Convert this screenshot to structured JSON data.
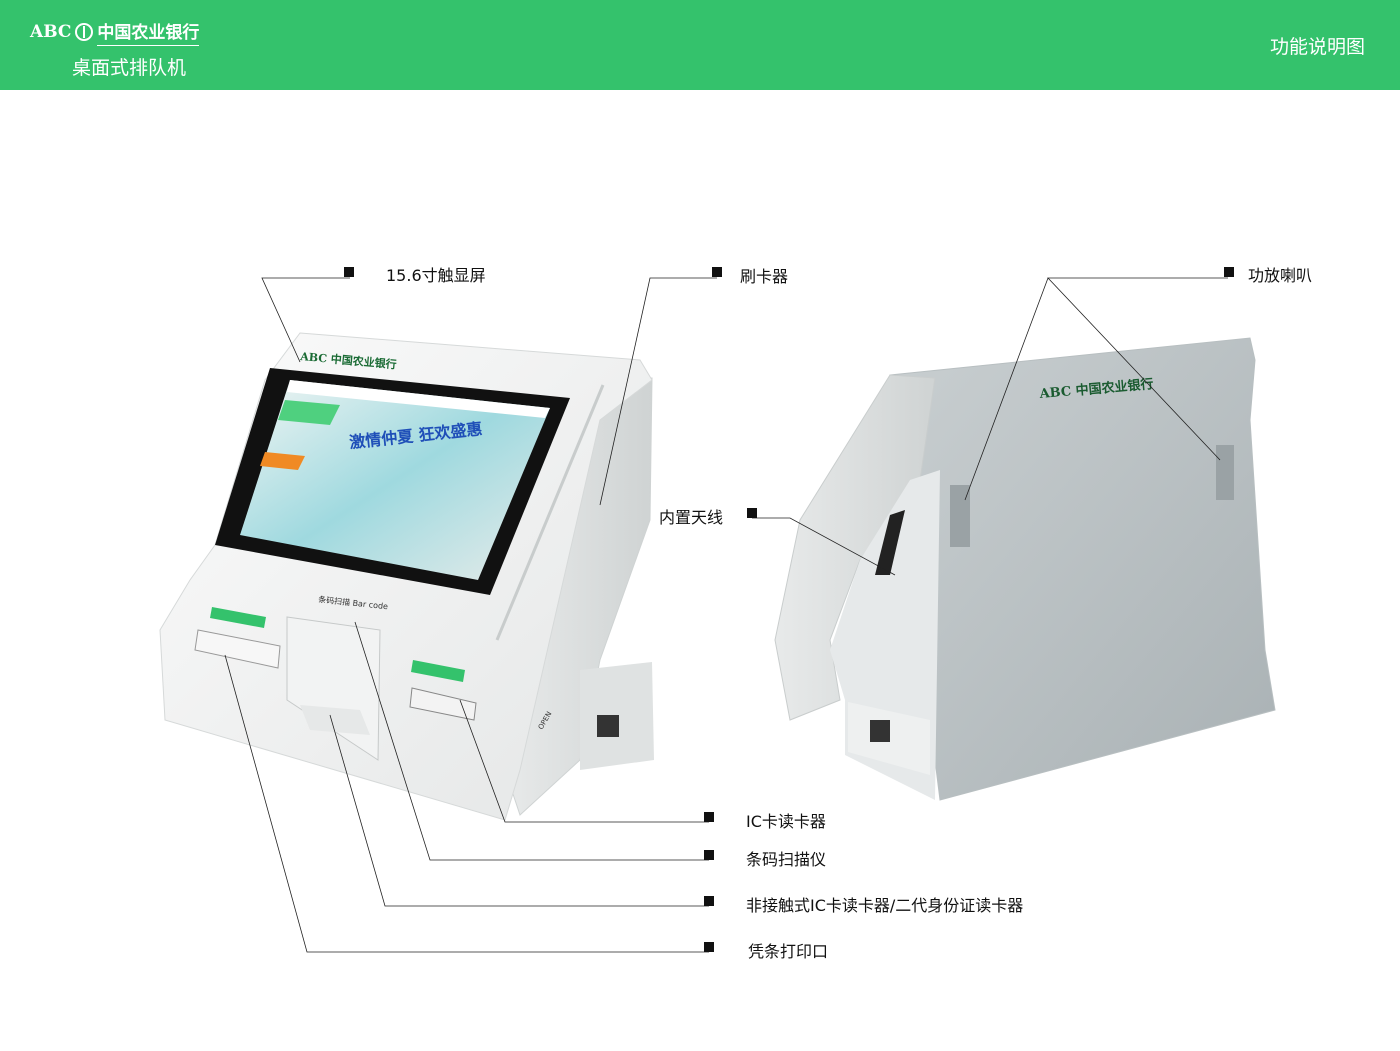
{
  "header": {
    "logo_latin": "ABC",
    "logo_chinese": "中国农业银行",
    "product_name": "桌面式排队机",
    "page_type": "功能说明图",
    "background_color": "#34c26c"
  },
  "screen_content": {
    "bank_name": "中国农业银行",
    "banner_text": "激情仲夏 狂欢盛惠",
    "device_logo": "ABC 中国农业银行",
    "barcode_label": "条码扫描 Bar code",
    "open_label": "OPEN"
  },
  "callouts": [
    {
      "id": "screen",
      "label": "15.6寸触显屏"
    },
    {
      "id": "card-swipe",
      "label": "刷卡器"
    },
    {
      "id": "speaker",
      "label": "功放喇叭"
    },
    {
      "id": "antenna",
      "label": "内置天线"
    },
    {
      "id": "ic-reader",
      "label": "IC卡读卡器"
    },
    {
      "id": "barcode-scanner",
      "label": "条码扫描仪"
    },
    {
      "id": "contactless-reader",
      "label": "非接触式IC卡读卡器/二代身份证读卡器"
    },
    {
      "id": "receipt-printer",
      "label": "凭条打印口"
    }
  ]
}
